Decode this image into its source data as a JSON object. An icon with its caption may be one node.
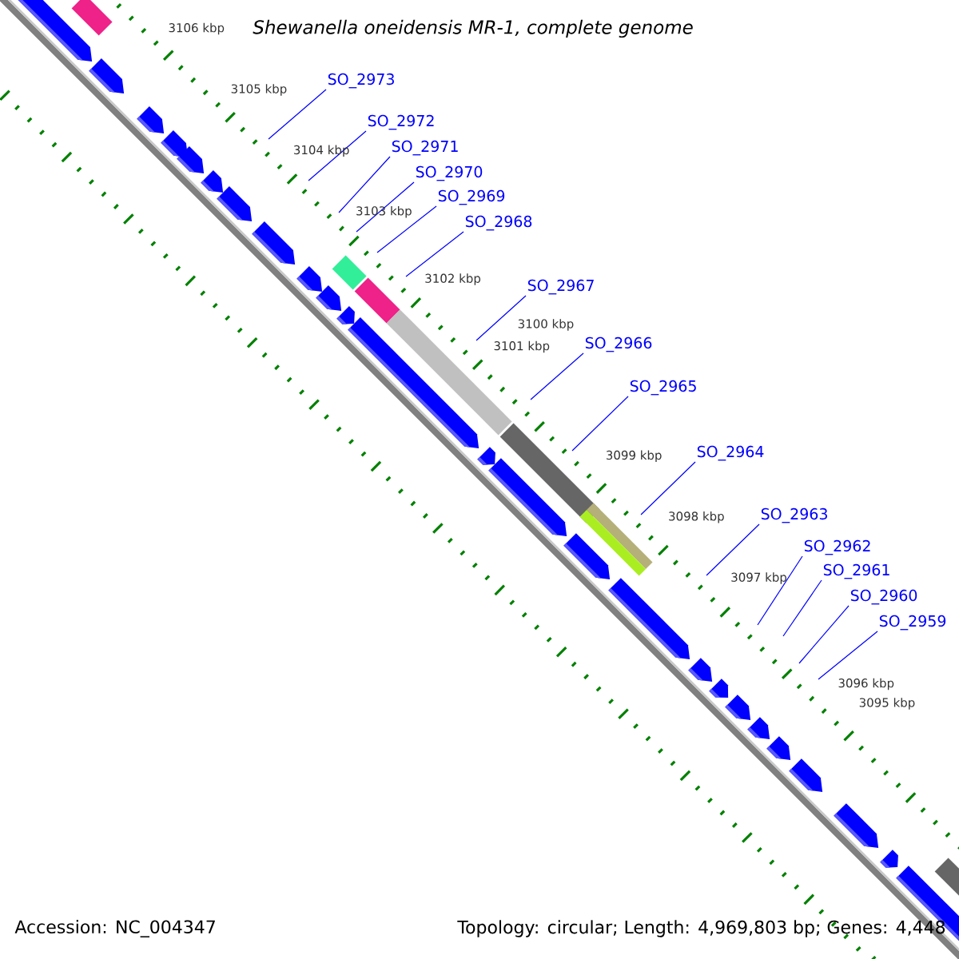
{
  "diagram": {
    "title": "Shewanella oneidensis MR-1, complete genome",
    "nodes": [
      {
        "text": [
          "SO_2973"
        ]
      },
      {
        "text": [
          "SO_2972"
        ]
      },
      {
        "text": [
          "SO_2971"
        ]
      },
      {
        "text": [
          "SO_2970"
        ]
      },
      {
        "text": [
          "SO_2969"
        ]
      },
      {
        "text": [
          "SO_2968"
        ]
      },
      {
        "text": [
          "SO_2967"
        ]
      },
      {
        "text": [
          "SO_2966"
        ]
      },
      {
        "text": [
          "SO_2965"
        ]
      },
      {
        "text": [
          "SO_2964"
        ]
      },
      {
        "text": [
          "SO_2963"
        ]
      },
      {
        "text": [
          "SO_2962"
        ]
      },
      {
        "text": [
          "SO_2961"
        ]
      },
      {
        "text": [
          "SO_2960"
        ]
      },
      {
        "text": [
          "SO_2959"
        ]
      }
    ],
    "edges": [
      {
        "from": 0,
        "to": null,
        "arrow": "none"
      },
      {
        "from": 1,
        "to": null,
        "arrow": "none"
      },
      {
        "from": 2,
        "to": null,
        "arrow": "none"
      },
      {
        "from": 3,
        "to": null,
        "arrow": "none"
      },
      {
        "from": 4,
        "to": null,
        "arrow": "none"
      },
      {
        "from": 5,
        "to": null,
        "arrow": "none"
      },
      {
        "from": 6,
        "to": null,
        "arrow": "none"
      },
      {
        "from": 7,
        "to": null,
        "arrow": "none"
      },
      {
        "from": 8,
        "to": null,
        "arrow": "none"
      },
      {
        "from": 9,
        "to": null,
        "arrow": "none"
      },
      {
        "from": 10,
        "to": null,
        "arrow": "none"
      },
      {
        "from": 11,
        "to": null,
        "arrow": "none"
      },
      {
        "from": 12,
        "to": null,
        "arrow": "none"
      },
      {
        "from": 13,
        "to": null,
        "arrow": "none"
      },
      {
        "from": 14,
        "to": null,
        "arrow": "none"
      }
    ],
    "labels": [
      "3106 kbp",
      "3105 kbp",
      "3104 kbp",
      "3103 kbp",
      "3102 kbp",
      "3101 kbp",
      "3100 kbp",
      "3099 kbp",
      "3098 kbp",
      "3097 kbp",
      "3096 kbp",
      "3095 kbp",
      "Accession: NC_004347",
      "Topology: circular; Length: 4,969,803 bp; Genes: 4,448"
    ]
  }
}
